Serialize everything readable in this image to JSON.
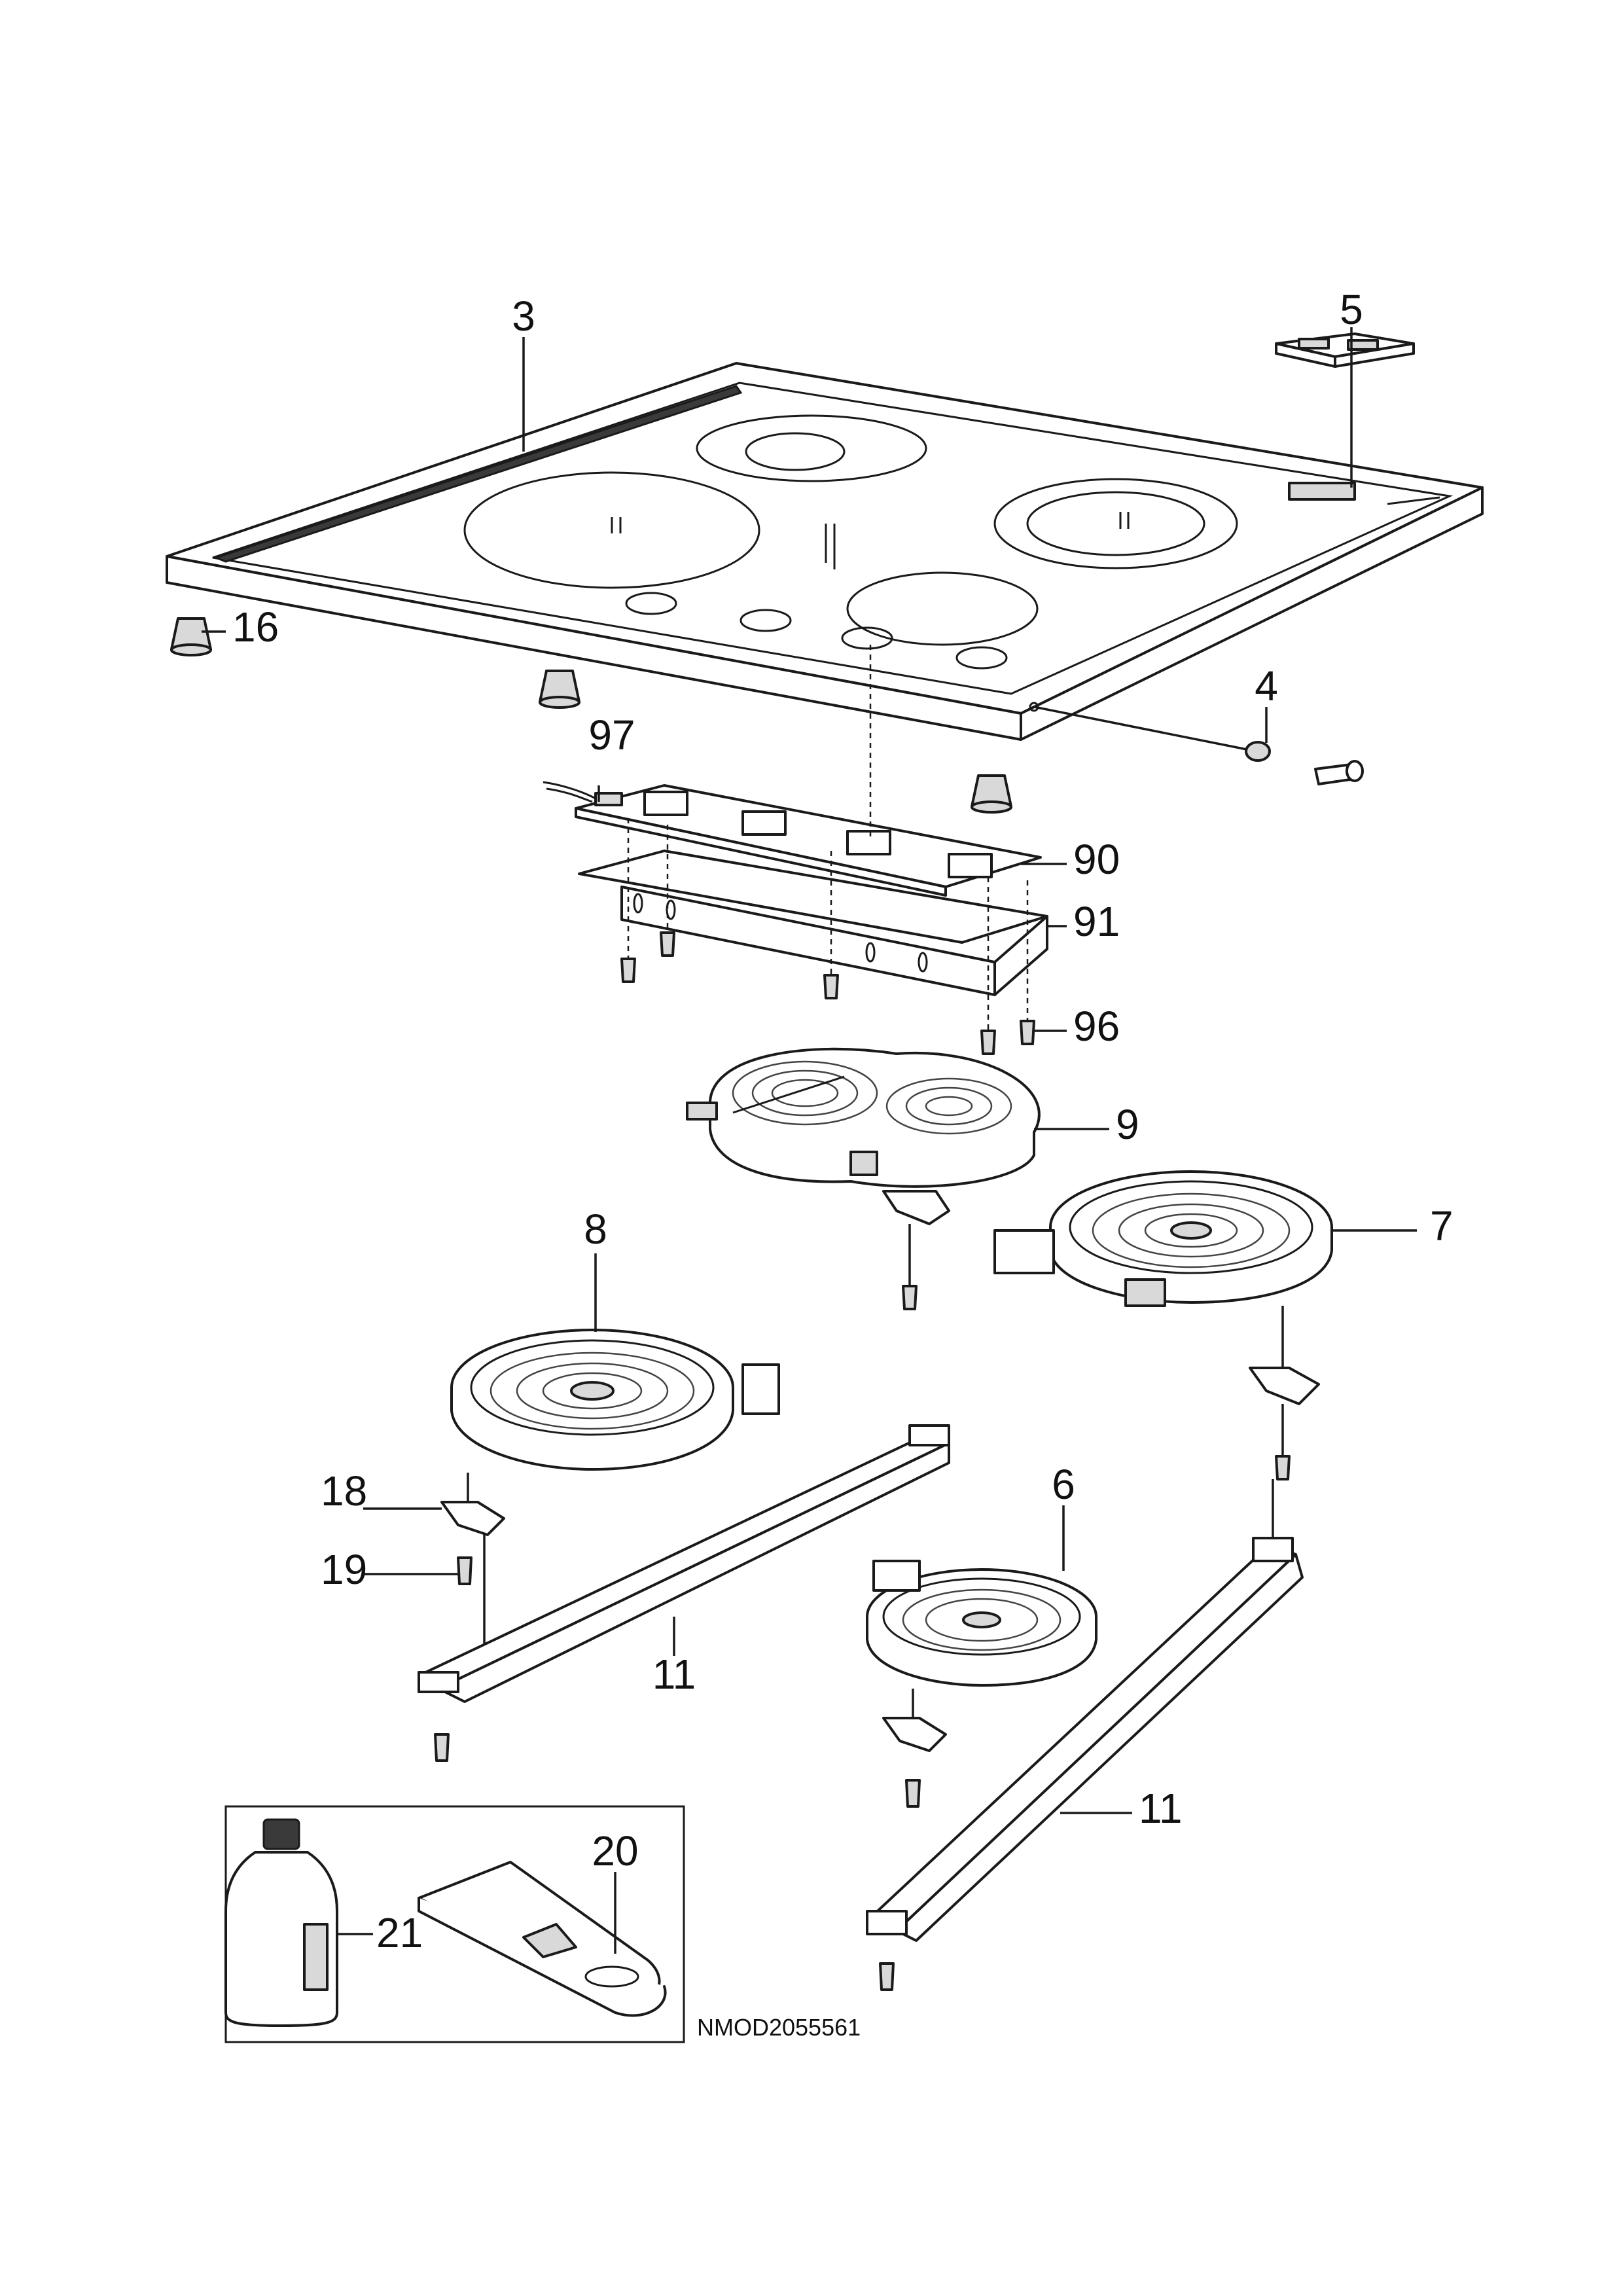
{
  "callouts": {
    "c3": "3",
    "c5": "5",
    "c16": "16",
    "c4": "4",
    "c97": "97",
    "c90": "90",
    "c91": "91",
    "c96": "96",
    "c9": "9",
    "c8": "8",
    "c7": "7",
    "c18": "18",
    "c19": "19",
    "c6": "6",
    "c11a": "11",
    "c11b": "11",
    "c20": "20",
    "c21": "21"
  },
  "drawing_code": "NMOD2055561"
}
